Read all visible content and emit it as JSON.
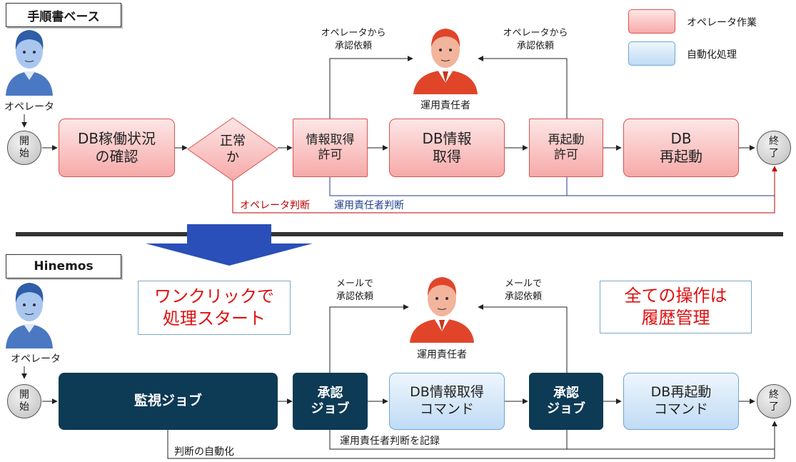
{
  "colors": {
    "operator_work": "#f6aaa9",
    "automated": "#bfdbf4",
    "job_navy": "#0d3a55",
    "operator_judgment_line": "#c00000",
    "manager_judgment_line": "#1f3e8c",
    "callout_text": "#e01010"
  },
  "legend": {
    "operator_work": "オペレータ作業",
    "automated": "自動化処理"
  },
  "top": {
    "section_title": "手順書ベース",
    "operator_label": "オペレータ",
    "manager_label": "運用責任者",
    "start": "開\n始",
    "end": "終\n了",
    "step_check": "DB稼働状況\nの確認",
    "decision": "正常\nか",
    "step_info_permit": "情報取得\n許可",
    "step_info_get": "DB情報\n取得",
    "step_restart_permit": "再起動\n許可",
    "step_restart": "DB\n再起動",
    "request_left": "オペレータから\n承認依頼",
    "request_right": "オペレータから\n承認依頼",
    "operator_judgment": "オペレータ判断",
    "manager_judgment": "運用責任者判断"
  },
  "bottom": {
    "section_title": "Hinemos",
    "operator_label": "オペレータ",
    "manager_label": "運用責任者",
    "start": "開\n始",
    "end": "終\n了",
    "job_monitor": "監視ジョブ",
    "job_approval_1": "承認\nジョブ",
    "cmd_info_get": "DB情報取得\nコマンド",
    "job_approval_2": "承認\nジョブ",
    "cmd_restart": "DB再起動\nコマンド",
    "request_left": "メールで\n承認依頼",
    "request_right": "メールで\n承認依頼",
    "callout_oneclick": "ワンクリックで\n処理スタート",
    "callout_history": "全ての操作は\n履歴管理",
    "auto_judgment": "判断の自動化",
    "record_judgment": "運用責任者判断を記録"
  }
}
